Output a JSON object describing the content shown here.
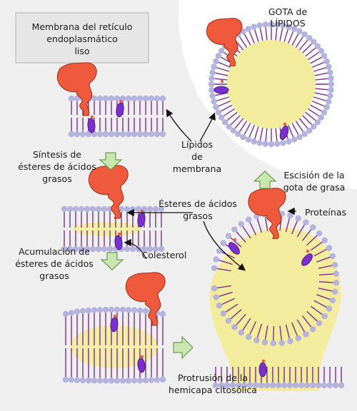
{
  "title_box": {
    "lines": [
      "Membrana del retículo",
      "endoplasmático",
      "liso"
    ]
  },
  "labels": {
    "droplet": [
      "GOTA de",
      "LÍPIDOS"
    ],
    "membrane_lipids": [
      "Lípidos",
      "de",
      "membrana"
    ],
    "fatty_acid_esters": [
      "Ésteres de ácidos",
      "grasos"
    ],
    "cholesterol": "Colesterol",
    "proteins": "Proteínas"
  },
  "steps": {
    "synthesis": [
      "Síntesis de",
      "ésteres de ácidos",
      "grasos"
    ],
    "accumulation": [
      "Acumulación de",
      "ésteres de ácidos",
      "grasos"
    ],
    "protrusion": [
      "Protrusión de la",
      "hemicapa citosólica"
    ],
    "scission": [
      "Escisión de la",
      "gota de grasa"
    ]
  },
  "colors": {
    "background_panel": "#efefef",
    "title_box_fill": "#e6e6e6",
    "lipid_head": "#b3b3dd",
    "lipid_tail": "#7a2f8a",
    "lipid_core": "#f3ec9c",
    "protein": "#f05a3c",
    "cholesterol": "#7b2fd0",
    "arrow_fill": "#c8e6b0",
    "arrow_stroke": "#6a9a50"
  },
  "icons": [
    "arrow-down-icon",
    "arrow-up-icon",
    "arrow-right-icon"
  ]
}
